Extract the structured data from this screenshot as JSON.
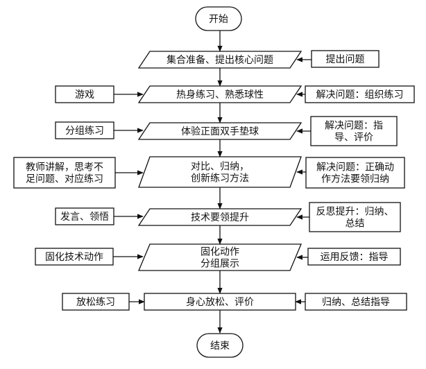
{
  "flowchart": {
    "start": "开始",
    "end": "结束",
    "main_steps": [
      {
        "lines": [
          "集合准备、提出核心问题"
        ],
        "shape": "parallelogram"
      },
      {
        "lines": [
          "热身练习、熟悉球性"
        ],
        "shape": "parallelogram"
      },
      {
        "lines": [
          "体验正面双手垫球"
        ],
        "shape": "parallelogram"
      },
      {
        "lines": [
          "对比、归纳，",
          "创新练习方法"
        ],
        "shape": "parallelogram"
      },
      {
        "lines": [
          "技术要领提升"
        ],
        "shape": "parallelogram"
      },
      {
        "lines": [
          "固化动作",
          "分组展示"
        ],
        "shape": "parallelogram"
      },
      {
        "lines": [
          "身心放松、评价"
        ],
        "shape": "rectangle"
      }
    ],
    "left_inputs": [
      null,
      {
        "lines": [
          "游戏"
        ]
      },
      {
        "lines": [
          "分组练习"
        ]
      },
      {
        "lines": [
          "教师讲解，思考不",
          "足问题、对应练习"
        ]
      },
      {
        "lines": [
          "发言、领悟"
        ]
      },
      {
        "lines": [
          "固化技术动作"
        ]
      },
      {
        "lines": [
          "放松练习"
        ]
      }
    ],
    "right_inputs": [
      {
        "lines": [
          "提出问题"
        ]
      },
      {
        "lines": [
          "解决问题：组织练习"
        ]
      },
      {
        "lines": [
          "解决问题：指",
          "导、评价"
        ]
      },
      {
        "lines": [
          "解决问题：正确动",
          "作方法要领归纳"
        ]
      },
      {
        "lines": [
          "反思提升：归纳、",
          "总结"
        ]
      },
      {
        "lines": [
          "运用反馈：指导"
        ]
      },
      {
        "lines": [
          "归纳、总结指导"
        ]
      }
    ]
  }
}
